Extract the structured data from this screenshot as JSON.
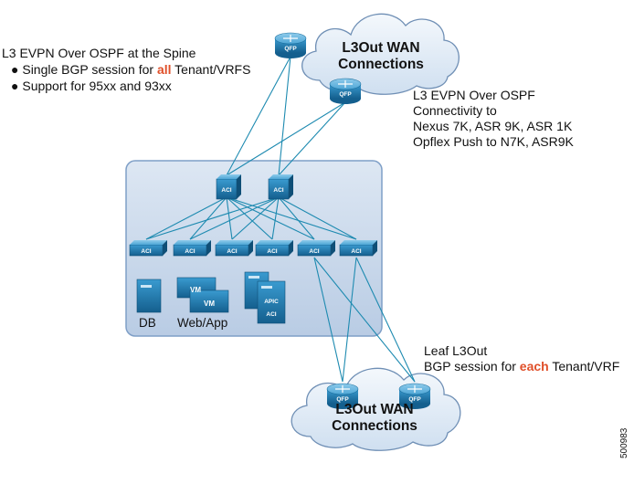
{
  "cloud_top": {
    "line1": "L3Out WAN",
    "line2": "Connections"
  },
  "cloud_bottom": {
    "line1": "L3Out WAN",
    "line2": "Connections"
  },
  "spine_note": {
    "title": "L3 EVPN Over OSPF at the Spine",
    "bullet1_pre": "Single BGP session for ",
    "bullet1_accent": "all",
    "bullet1_post": " Tenant/VRFS",
    "bullet2": "Support for 95xx and 93xx"
  },
  "wan_note": {
    "line1": "L3 EVPN Over OSPF",
    "line2": "Connectivity to",
    "line3": "Nexus 7K, ASR 9K, ASR 1K",
    "line4": "Opflex Push to N7K, ASR9K"
  },
  "leaf_note": {
    "line1": "Leaf L3Out",
    "line2_pre": "BGP session for ",
    "line2_accent": "each",
    "line2_post": " Tenant/VRF"
  },
  "router_label": "QFP",
  "switch_label": "ACI",
  "apic_label": "APIC",
  "vm_labels": [
    "VM",
    "VM"
  ],
  "endpoint_labels": {
    "db": "DB",
    "webapp": "Web/App"
  },
  "figure_id": "500983",
  "colors": {
    "accent": "#e0502a",
    "link": "#1d8ab0",
    "fabric_bg": "#c9d9ee",
    "device": "#1f7fb0"
  }
}
